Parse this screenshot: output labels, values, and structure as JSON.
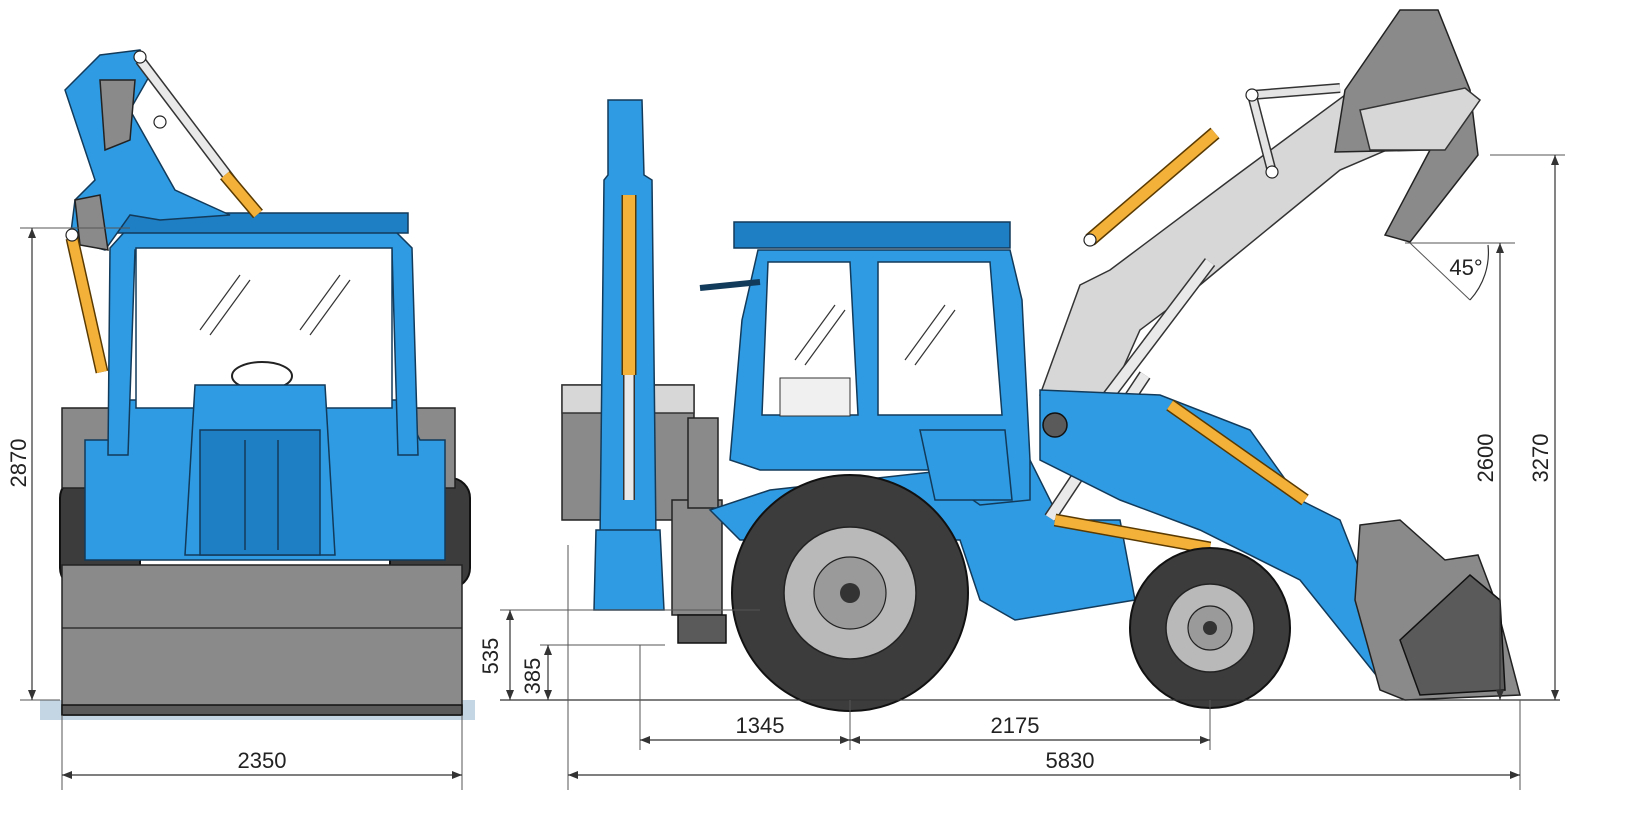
{
  "dimensions": {
    "front_height": "2870",
    "front_width": "2350",
    "wheelbase_rear_overhang": "1345",
    "wheelbase": "2175",
    "overall_length": "5830",
    "ground_clearance_rear": "535",
    "ground_clearance_hitch": "385",
    "bucket_pin_height": "2600",
    "max_bucket_height": "3270",
    "dump_angle": "45°"
  },
  "colors": {
    "machine_blue": "#2f9be3",
    "cylinder_gold": "#f3b13a",
    "bucket_grey": "#8a8a8a",
    "tyre_dark": "#3c3c3c"
  }
}
